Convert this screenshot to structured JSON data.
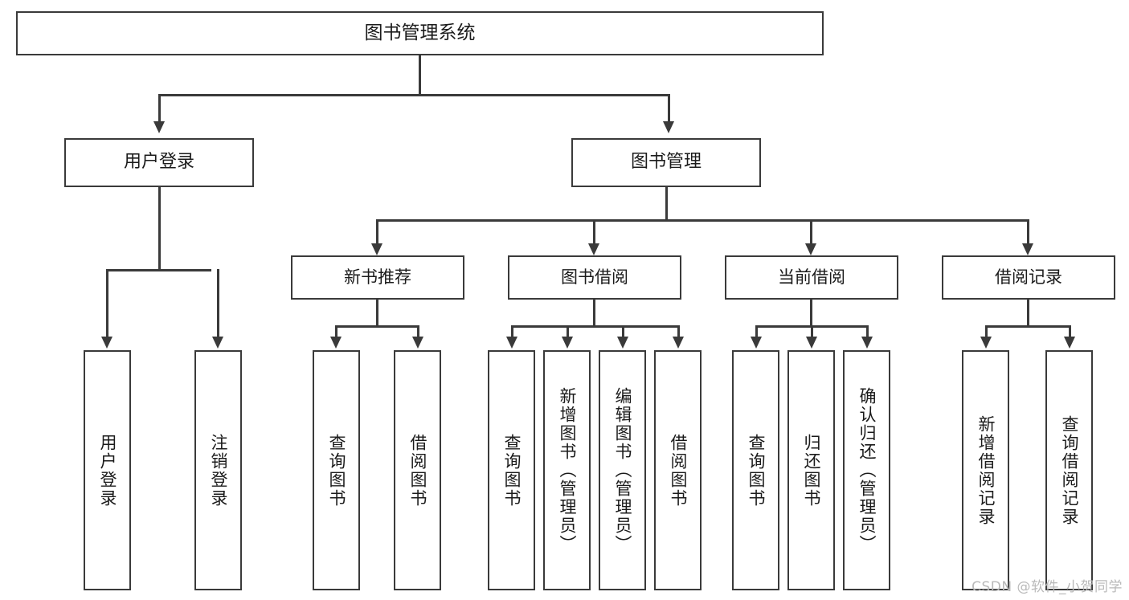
{
  "diagram": {
    "type": "tree",
    "title": "图书管理系统",
    "orientation": "top-down",
    "colors": {
      "background": "#ffffff",
      "stroke": "#3a3a3a",
      "text": "#1b1b1b",
      "watermark": "#b9b9b9"
    },
    "root": {
      "label": "图书管理系统"
    },
    "level1": [
      {
        "label": "用户登录"
      },
      {
        "label": "图书管理"
      }
    ],
    "level2": [
      {
        "label": "新书推荐"
      },
      {
        "label": "图书借阅"
      },
      {
        "label": "当前借阅"
      },
      {
        "label": "借阅记录"
      }
    ],
    "leaves": {
      "user_login": [
        {
          "label": "用户登录"
        },
        {
          "label": "注销登录"
        }
      ],
      "new_book": [
        {
          "label": "查询图书"
        },
        {
          "label": "借阅图书"
        }
      ],
      "book_borrow": [
        {
          "label": "查询图书"
        },
        {
          "label": "新增图书（管理员）"
        },
        {
          "label": "编辑图书（管理员）"
        },
        {
          "label": "借阅图书"
        }
      ],
      "current_borrow": [
        {
          "label": "查询图书"
        },
        {
          "label": "归还图书"
        },
        {
          "label": "确认归还（管理员）"
        }
      ],
      "borrow_record": [
        {
          "label": "新增借阅记录"
        },
        {
          "label": "查询借阅记录"
        }
      ]
    }
  },
  "watermark": {
    "text": "CSDN @软件_小贺同学"
  }
}
